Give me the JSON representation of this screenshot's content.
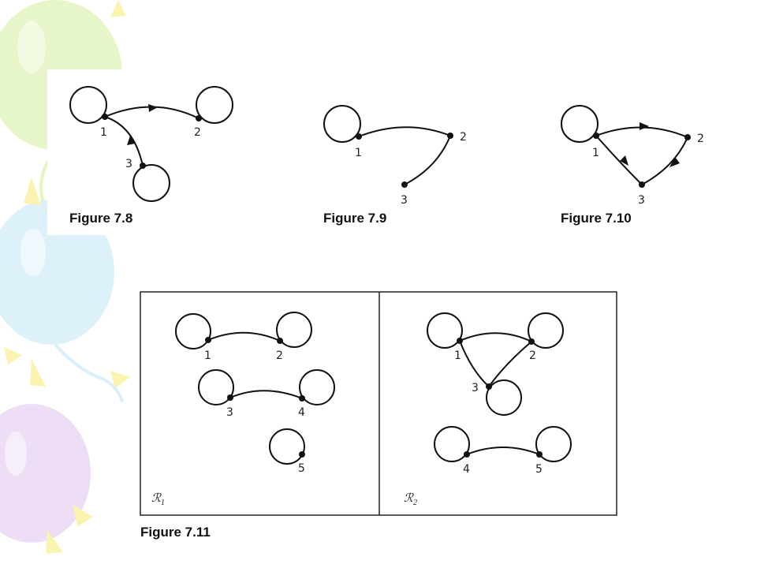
{
  "colors": {
    "ink": "#111111",
    "balloon_green": "#dff3b8",
    "balloon_blue": "#d6eefb",
    "balloon_purple": "#ead6f5",
    "balloon_yellow": "#fbf3b0"
  },
  "figures": {
    "fig8": {
      "caption": "Figure 7.8",
      "labels": [
        "1",
        "2",
        "3"
      ]
    },
    "fig9": {
      "caption": "Figure 7.9",
      "labels": [
        "1",
        "2",
        "3"
      ]
    },
    "fig10": {
      "caption": "Figure 7.10",
      "labels": [
        "1",
        "2",
        "3"
      ]
    },
    "fig11": {
      "caption": "Figure 7.11",
      "left": {
        "region": "ℛ",
        "subscript": "1",
        "labels": [
          "1",
          "2",
          "3",
          "4",
          "5"
        ]
      },
      "right": {
        "region": "ℛ",
        "subscript": "2",
        "labels": [
          "1",
          "2",
          "3",
          "4",
          "5"
        ]
      }
    }
  }
}
